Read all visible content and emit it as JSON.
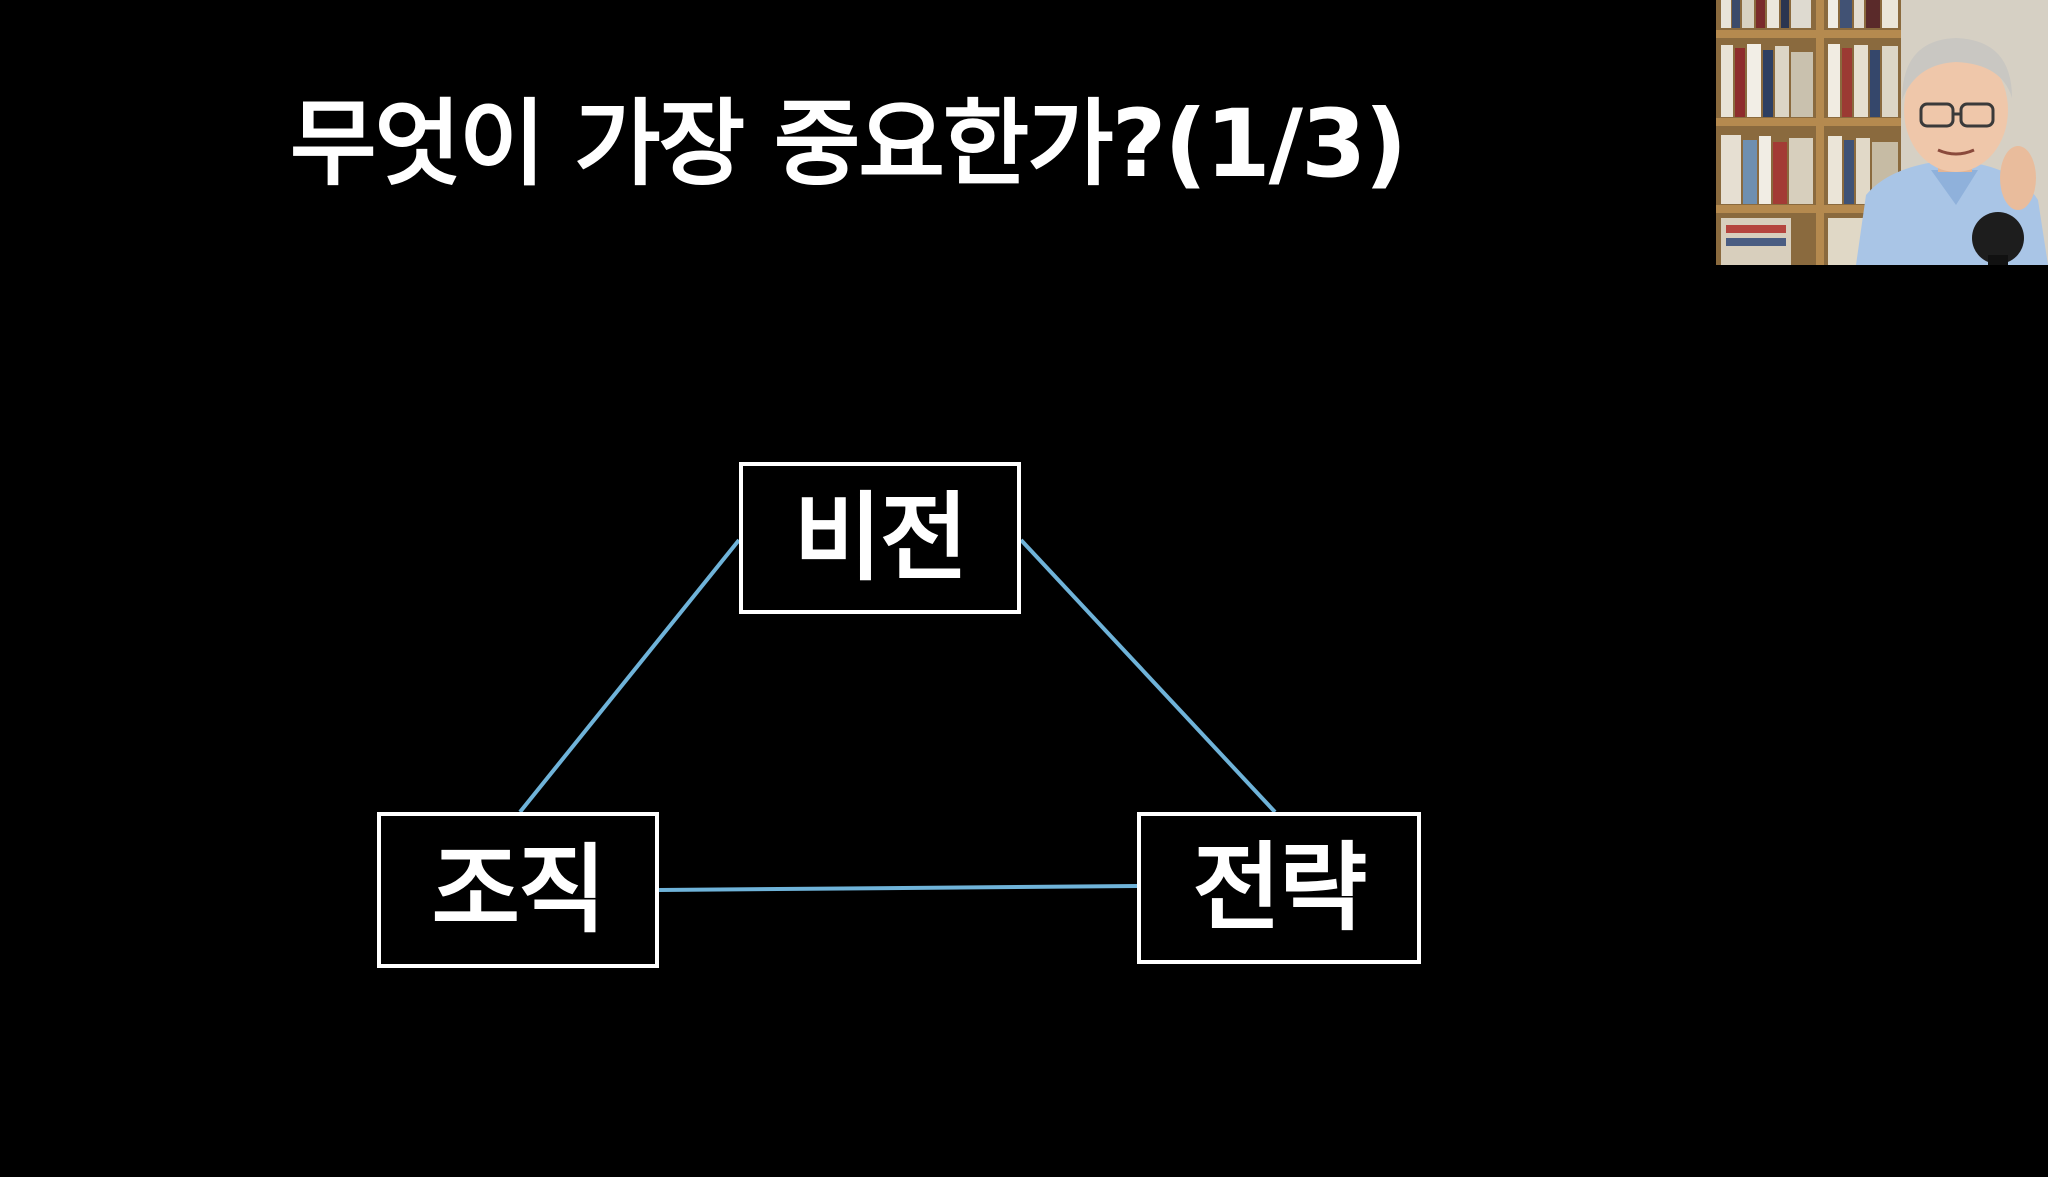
{
  "slide": {
    "title": "무엇이 가장 중요한가?(1/3)"
  },
  "diagram": {
    "nodes": [
      {
        "id": "vision",
        "label": "비전"
      },
      {
        "id": "org",
        "label": "조직"
      },
      {
        "id": "strategy",
        "label": "전략"
      }
    ],
    "edges": [
      {
        "from": "vision",
        "to": "org"
      },
      {
        "from": "vision",
        "to": "strategy"
      },
      {
        "from": "org",
        "to": "strategy"
      }
    ]
  },
  "colors": {
    "background": "#000000",
    "text": "#ffffff",
    "box_border": "#ffffff",
    "connector": "#6fb3d9"
  },
  "webcam": {
    "icon": "presenter-video-feed"
  }
}
